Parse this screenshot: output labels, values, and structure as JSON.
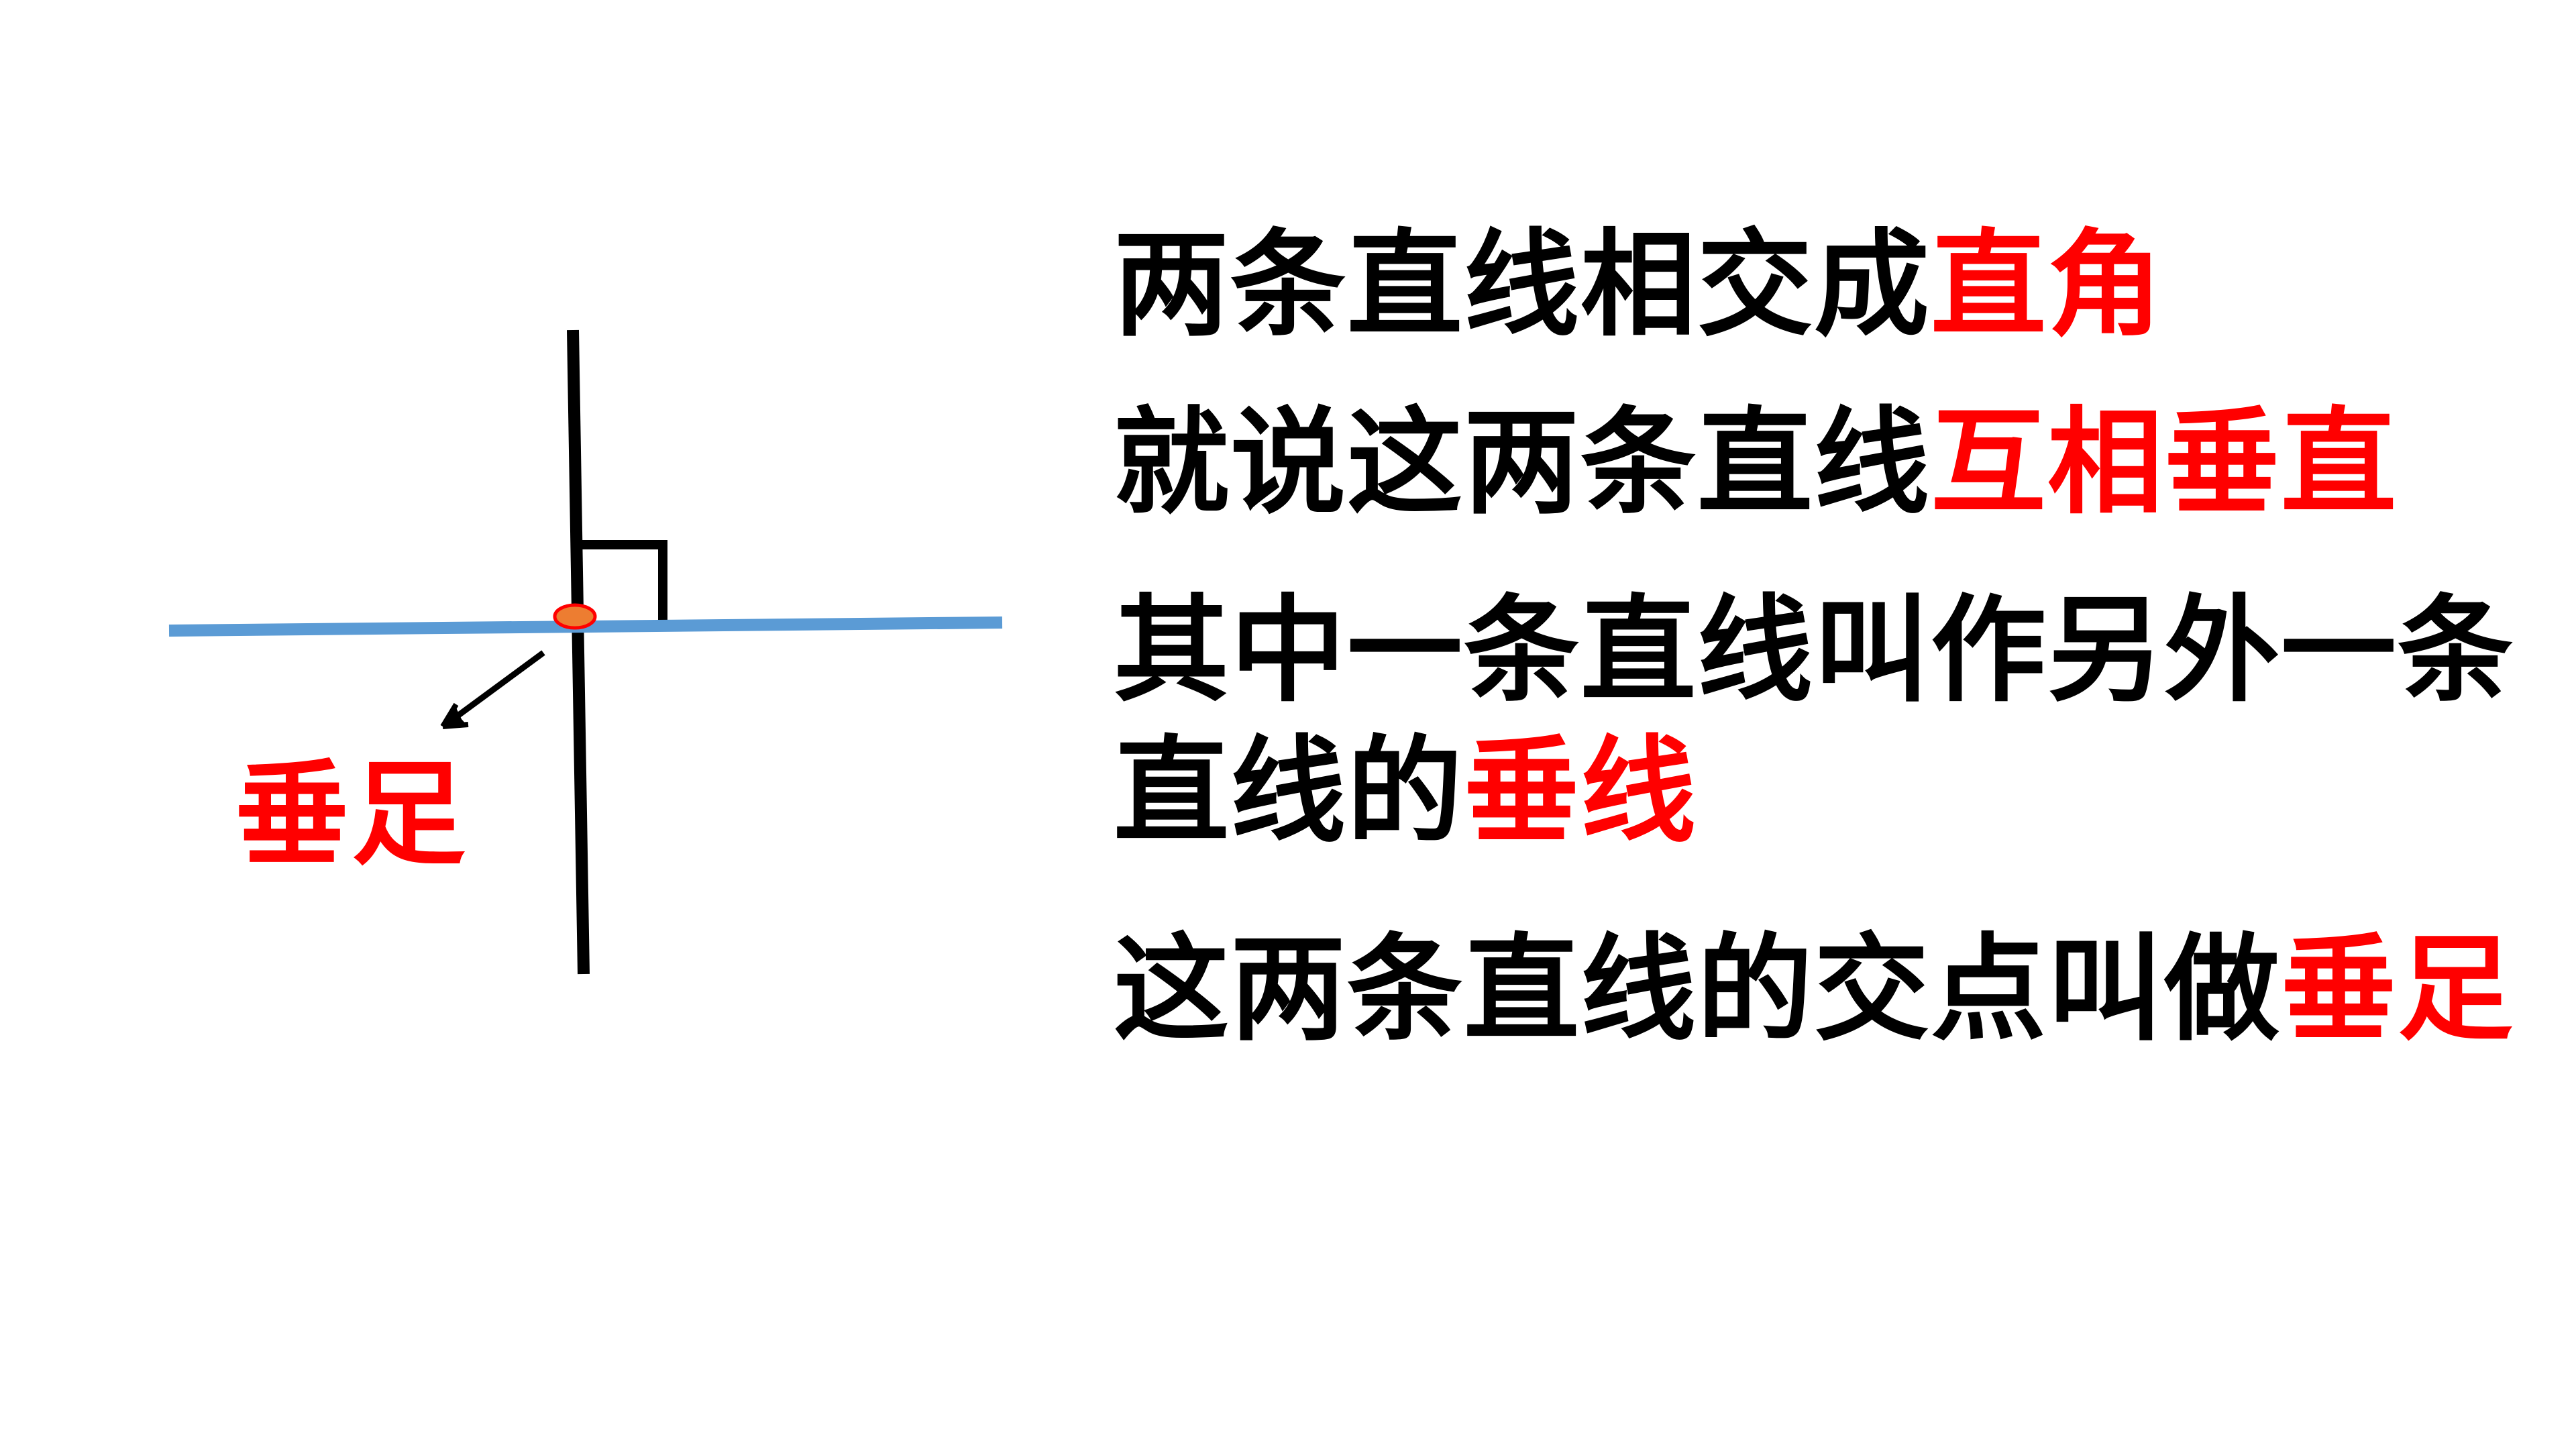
{
  "diagram": {
    "colors": {
      "vertical_line": "#000000",
      "horizontal_line": "#5b9bd5",
      "foot_point_fill": "#ed7d31",
      "foot_point_stroke": "#ff0000",
      "arrow": "#000000",
      "highlight": "#ff0000",
      "text": "#000000"
    },
    "foot_label": "垂足"
  },
  "definitions": [
    {
      "plain": "两条直线相交成",
      "highlight": "直角"
    },
    {
      "plain": "就说这两条直线",
      "highlight": "互相垂直"
    },
    {
      "plain": "其中一条直线叫作另外一条",
      "highlight": ""
    },
    {
      "plain": "直线的",
      "highlight": "垂线"
    },
    {
      "plain": "这两条直线的交点叫做",
      "highlight": "垂足"
    }
  ]
}
